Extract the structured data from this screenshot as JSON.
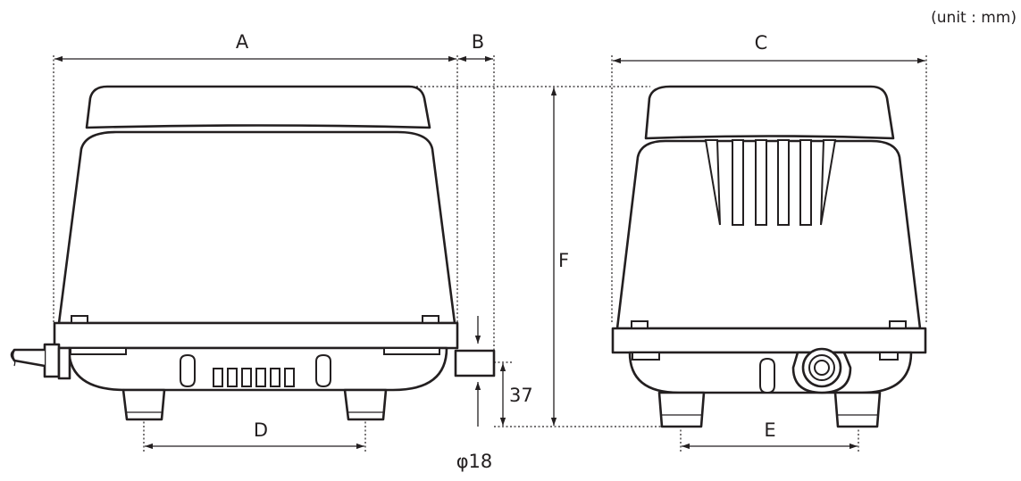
{
  "unit_note": "(unit : mm)",
  "side_view": {
    "label_width": "A",
    "label_outlet": "B",
    "label_feet": "D",
    "label_outlet_height": "37",
    "label_outlet_diameter": "φ18"
  },
  "height_label": "F",
  "front_view": {
    "label_width": "C",
    "label_feet": "E"
  },
  "colors": {
    "line": "#231f20",
    "background": "#ffffff"
  }
}
